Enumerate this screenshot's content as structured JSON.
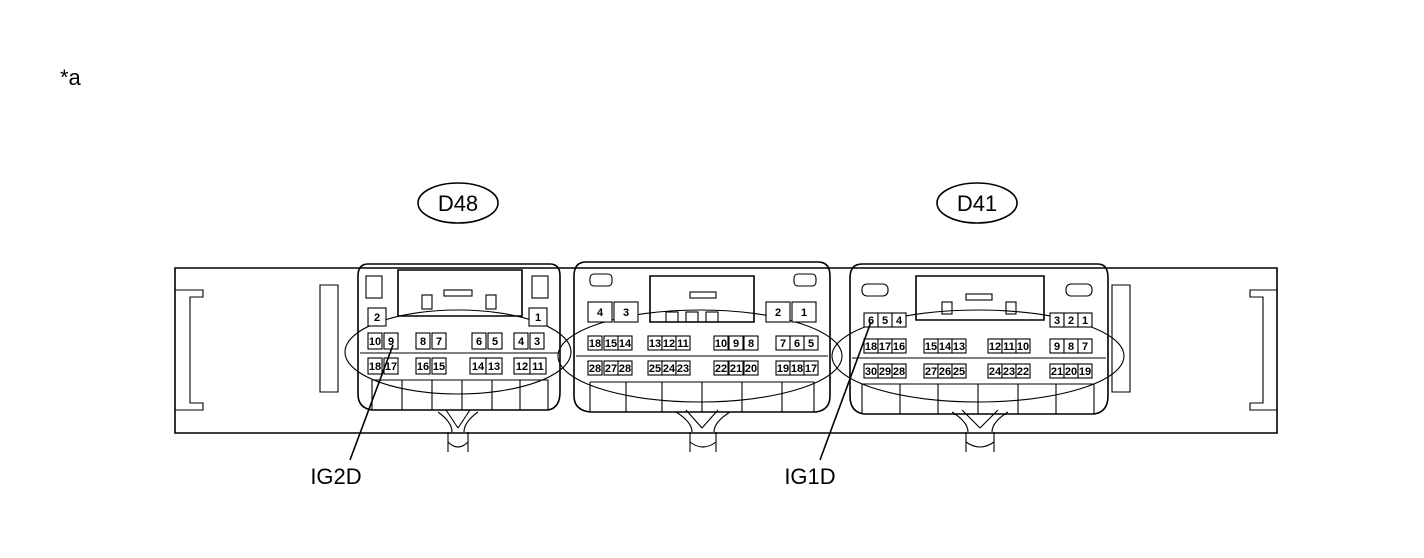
{
  "figure_label": "*a",
  "connectors": [
    {
      "id": "D48",
      "label": "D48"
    },
    {
      "id": "D41",
      "label": "D41"
    }
  ],
  "callouts": [
    {
      "label": "IG2D"
    },
    {
      "label": "IG1D"
    }
  ],
  "pins": {
    "left": [
      "2",
      "1",
      "10",
      "9",
      "8",
      "7",
      "6",
      "5",
      "4",
      "3",
      "18",
      "17",
      "16",
      "15",
      "14",
      "13",
      "12",
      "11"
    ],
    "middle": [
      "4",
      "3",
      "2",
      "1",
      "18",
      "15",
      "14",
      "13",
      "12",
      "11",
      "10",
      "9",
      "8",
      "7",
      "6",
      "5",
      "28",
      "27",
      "28",
      "25",
      "24",
      "23",
      "22",
      "21",
      "20",
      "19",
      "18",
      "17"
    ],
    "right": [
      "6",
      "5",
      "4",
      "3",
      "2",
      "1",
      "18",
      "17",
      "16",
      "15",
      "14",
      "13",
      "12",
      "11",
      "10",
      "9",
      "8",
      "7",
      "30",
      "29",
      "28",
      "27",
      "26",
      "25",
      "24",
      "23",
      "22",
      "21",
      "20",
      "19"
    ]
  }
}
